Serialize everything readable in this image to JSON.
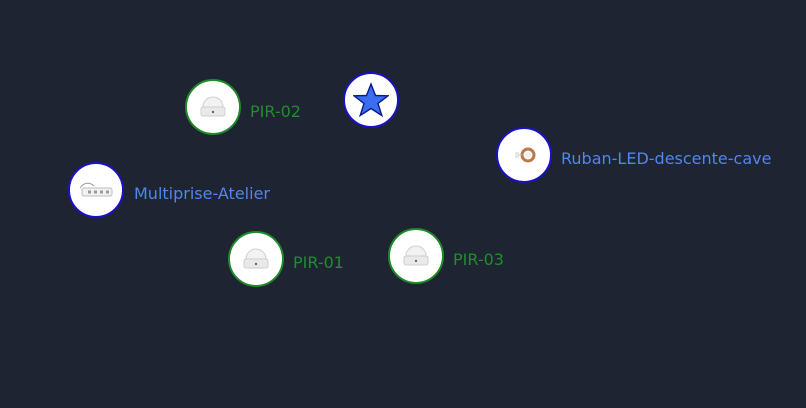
{
  "graph": {
    "nodes": [
      {
        "id": "pir02",
        "label": "PIR-02",
        "icon": "motion-sensor-icon",
        "status_color": "#1f8e2b"
      },
      {
        "id": "star",
        "label": "",
        "icon": "star-icon",
        "status_color": "#3b6df0"
      },
      {
        "id": "ruban",
        "label": "Ruban-LED-descente-cave",
        "icon": "led-strip-icon",
        "status_color": "#4f86ee"
      },
      {
        "id": "multi",
        "label": "Multiprise-Atelier",
        "icon": "power-strip-icon",
        "status_color": "#4f86ee"
      },
      {
        "id": "pir01",
        "label": "PIR-01",
        "icon": "motion-sensor-icon",
        "status_color": "#1f8e2b"
      },
      {
        "id": "pir03",
        "label": "PIR-03",
        "icon": "motion-sensor-icon",
        "status_color": "#1f8e2b"
      }
    ]
  }
}
